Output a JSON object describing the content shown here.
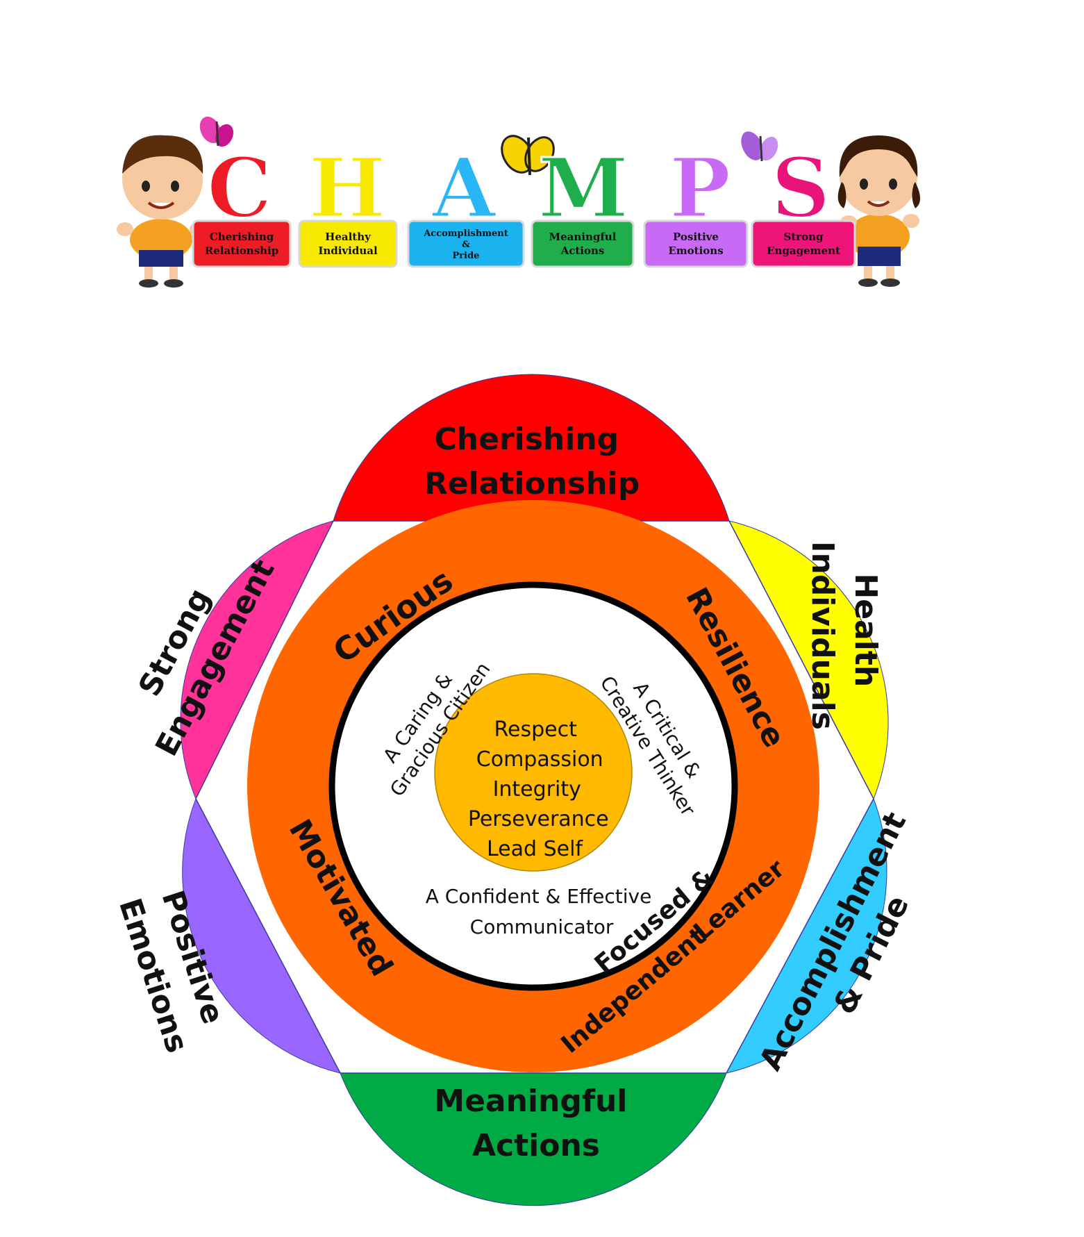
{
  "banner": {
    "letters": [
      {
        "char": "C",
        "color": "#ee1c24"
      },
      {
        "char": "H",
        "color": "#f7ea00"
      },
      {
        "char": "A",
        "color": "#29b6f6"
      },
      {
        "char": "M",
        "color": "#1fae4b"
      },
      {
        "char": "P",
        "color": "#c86af5"
      },
      {
        "char": "S",
        "color": "#e8147a"
      }
    ],
    "labels": [
      {
        "lines": [
          "Cherishing",
          "Relationship"
        ],
        "color": "#ee1c24"
      },
      {
        "lines": [
          "Healthy",
          "Individual"
        ],
        "color": "#f7ea00"
      },
      {
        "lines": [
          "Accomplishment",
          "&",
          "Pride"
        ],
        "color": "#1ab3ef"
      },
      {
        "lines": [
          "Meaningful",
          "Actions"
        ],
        "color": "#1fae4b"
      },
      {
        "lines": [
          "Positive",
          "Emotions"
        ],
        "color": "#c86af5"
      },
      {
        "lines": [
          "Strong",
          "Engagement"
        ],
        "color": "#ee1478"
      }
    ]
  },
  "petals": {
    "top": {
      "lines": [
        "Cherishing",
        "Relationship"
      ],
      "color": "#ff0000"
    },
    "upper_right": {
      "lines": [
        "Health",
        "Individuals"
      ],
      "color": "#ffff00"
    },
    "lower_right": {
      "lines": [
        "Accomplishment",
        "& Pride"
      ],
      "color": "#33ccff"
    },
    "bottom": {
      "lines": [
        "Meaningful",
        "Actions"
      ],
      "color": "#00aa44"
    },
    "lower_left": {
      "lines": [
        "Positive",
        "Emotions"
      ],
      "color": "#9966ff"
    },
    "upper_left": {
      "lines": [
        "Strong",
        "Engagement"
      ],
      "color": "#ff3399"
    }
  },
  "ring": {
    "color": "#ff6600",
    "words": [
      "Curious",
      "Resilience",
      "Motivated",
      "Focused &",
      "Independent",
      "Learner"
    ]
  },
  "inner": {
    "outcomes": [
      {
        "lines": [
          "A Caring &",
          "Gracious Citizen"
        ]
      },
      {
        "lines": [
          "A Critical &",
          "Creative Thinker"
        ]
      },
      {
        "lines": [
          "A Confident & Effective",
          "Communicator"
        ]
      }
    ]
  },
  "core": {
    "color": "#ffb900",
    "values": [
      "Respect",
      "Compassion",
      "Integrity",
      "Perseverance",
      "Lead Self"
    ]
  }
}
